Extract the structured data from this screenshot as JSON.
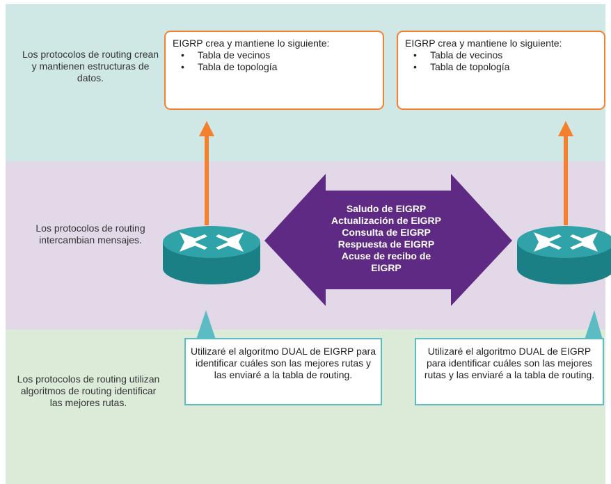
{
  "colors": {
    "band_top": "#cfe8e6",
    "band_mid": "#e3d8e8",
    "band_bot": "#dbebd7",
    "orange": "#f4802e",
    "purple": "#5e2a84",
    "teal_border": "#5bbcc4",
    "router_body": "#1b7f86",
    "router_top": "#2fa3a8"
  },
  "rows": {
    "top_label": "Los protocolos de routing crean y mantienen estructuras de datos.",
    "mid_label": "Los protocolos de routing intercambian mensajes.",
    "bottom_label": "Los protocolos de routing utilizan algoritmos de routing identificar las mejores rutas."
  },
  "left_box": {
    "heading": "EIGRP crea y mantiene lo siguiente:",
    "items": [
      "Tabla de vecinos",
      "Tabla de topología"
    ]
  },
  "right_box": {
    "heading": "EIGRP crea y mantiene lo siguiente:",
    "items": [
      "Tabla de vecinos",
      "Tabla de topología"
    ]
  },
  "messages": [
    "Saludo de EIGRP",
    "Actualización de EIGRP",
    "Consulta de EIGRP",
    "Respuesta de EIGRP",
    "Acuse de recibo de",
    "EIGRP"
  ],
  "left_callout": "Utilizaré el algoritmo DUAL de EIGRP para identificar cuáles son las mejores rutas y las enviaré a la tabla de routing.",
  "right_callout": "Utilizaré el algoritmo DUAL de EIGRP para identificar cuáles son las mejores rutas y las enviaré a la tabla de routing.",
  "icons": {
    "left_router": "router-icon",
    "right_router": "router-icon"
  }
}
